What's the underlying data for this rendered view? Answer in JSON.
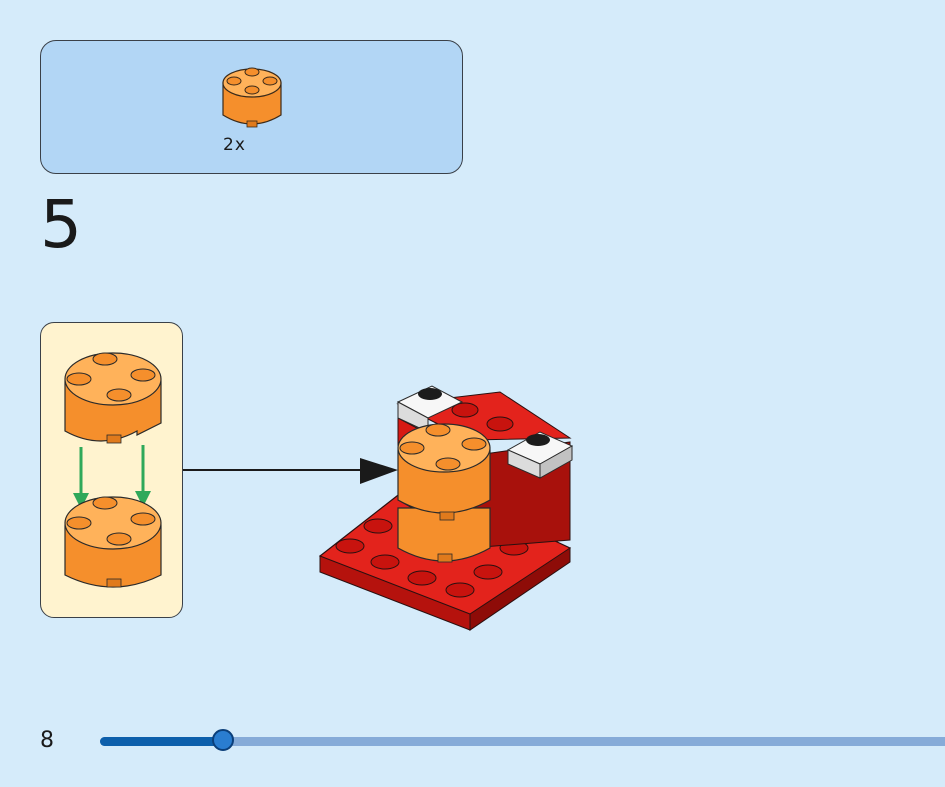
{
  "parts_list": {
    "items": [
      {
        "icon": "orange-round-brick-2x2-icon",
        "quantity": "2x",
        "color": "#f58f2c"
      }
    ]
  },
  "step": {
    "number": "5"
  },
  "footer": {
    "page_number": "8",
    "progress": 0.146
  },
  "colors": {
    "background": "#d5ebfa",
    "parts_box": "#b2d6f5",
    "callout": "#fff3cf",
    "orange_brick": "#f58f2c",
    "red_plate": "#d71a14",
    "white_tile": "#f2f2f2",
    "arrow_green": "#2fa85a",
    "progress_fill": "#0d5fab",
    "progress_track": "#86abd8"
  }
}
